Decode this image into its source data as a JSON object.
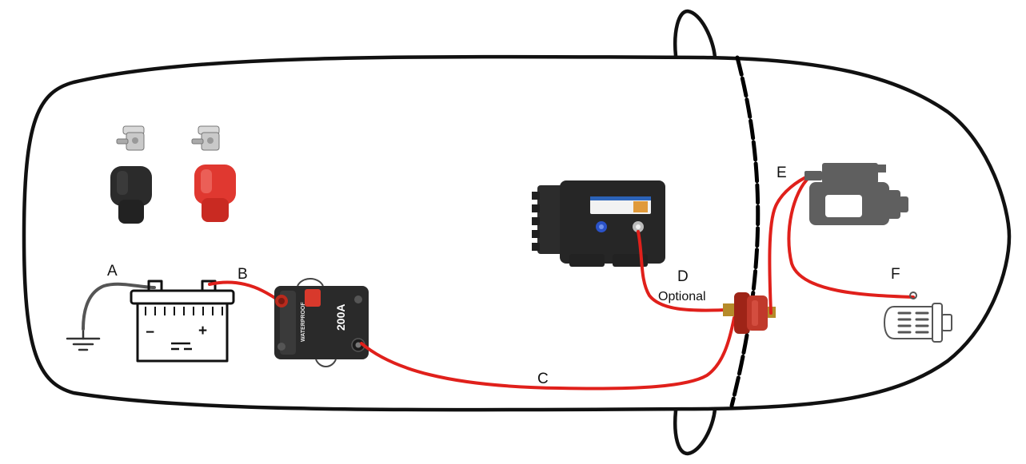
{
  "labels": {
    "a": "A",
    "b": "B",
    "c": "C",
    "d": "D",
    "d_sub": "Optional",
    "e": "E",
    "f": "F"
  },
  "breaker": {
    "rating": "200A",
    "side_text": "WATERPROOF"
  },
  "battery": {
    "minus": "−",
    "plus": "+"
  },
  "colors": {
    "wire_positive": "#e0201b",
    "wire_ground": "#555555",
    "car_outline": "#111111",
    "firewall": "#000000",
    "terminal_red": "#b92a1d",
    "grey_part": "#5f5f5f"
  }
}
